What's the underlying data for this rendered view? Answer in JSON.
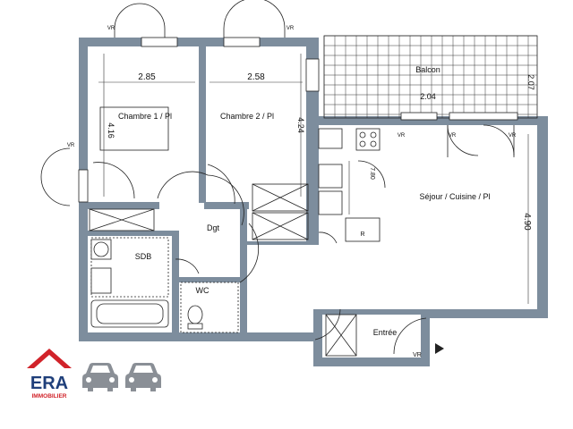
{
  "colors": {
    "wall": "#7d8d9d",
    "line": "#222222",
    "era_red": "#d1232a",
    "era_blue": "#1f3f7a",
    "car_gray": "#8a8f96"
  },
  "rooms": {
    "bedroom1": {
      "name": "Chambre 1 / Pl",
      "width": "2.85",
      "depth": "4.16"
    },
    "bedroom2": {
      "name": "Chambre 2 / Pl",
      "width": "2.58",
      "depth": "4.24"
    },
    "balcony": {
      "name": "Balcon",
      "width": "2.04",
      "depth": "2.07"
    },
    "living": {
      "name": "Séjour / Cuisine / Pl",
      "depth": "4.90"
    },
    "corridor": {
      "name": "Dgt"
    },
    "bathroom": {
      "name": "SDB"
    },
    "toilet": {
      "name": "WC"
    },
    "entrance": {
      "name": "Entrée"
    }
  },
  "kitchen": {
    "counter_dim": "7.80",
    "fridge_label": "R"
  },
  "symbols": {
    "vr": "VR",
    "vr_flipped": "VR"
  },
  "logo": {
    "brand": "ERA",
    "subtitle": "IMMOBILIER"
  },
  "icons": [
    "house-roof-icon",
    "car-icon",
    "car-icon"
  ]
}
